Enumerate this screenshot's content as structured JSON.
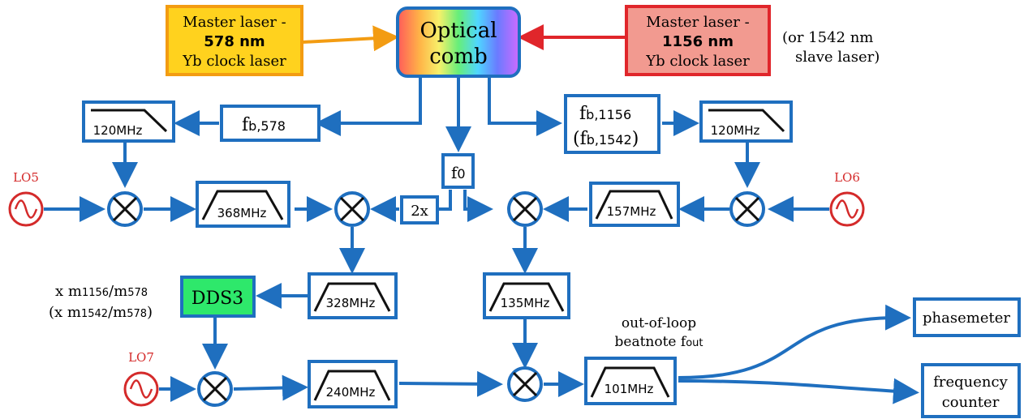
{
  "laser_578": {
    "line1": "Master laser -",
    "line2": "578 nm",
    "line3": "Yb clock laser"
  },
  "laser_1156": {
    "line1": "Master laser -",
    "line2": "1156 nm",
    "line3": "Yb clock laser"
  },
  "laser_1156_note": {
    "line1": "(or 1542 nm",
    "line2": "slave laser)"
  },
  "comb": {
    "line1": "Optical",
    "line2": "comb"
  },
  "fb578": {
    "main": "f",
    "sub": "b,578"
  },
  "fb1156": {
    "main": "f",
    "sub": "b,1156"
  },
  "fb1542": {
    "open": "(f",
    "sub": "b,1542",
    "close": ")"
  },
  "f0": {
    "main": "f",
    "sub": "0"
  },
  "doubler": "2x",
  "filters": {
    "lp_left": "120MHz",
    "lp_right": "120MHz",
    "bp368": "368MHz",
    "bp157": "157MHz",
    "bp328": "328MHz",
    "bp135": "135MHz",
    "bp240": "240MHz",
    "bp101": "101MHz"
  },
  "lo": {
    "lo5": "LO5",
    "lo6": "LO6",
    "lo7": "LO7"
  },
  "dds3": "DDS3",
  "dds_ratio": {
    "x1": "x  m",
    "s1": "1156",
    "slash1": "/m",
    "t1": "578",
    "x2": "(x  m",
    "s2": "1542",
    "slash2": "/m",
    "t2": "578",
    "close2": ")"
  },
  "beatnote": {
    "line1": "out-of-loop",
    "line2": "beatnote f",
    "sub": "out"
  },
  "outputs": {
    "phasemeter": "phasemeter",
    "counter_line1": "frequency",
    "counter_line2": "counter"
  },
  "colors": {
    "arrow": "#1f6fbf",
    "box_border": "#1f6fbf",
    "laser578_fill": "#ffd21e",
    "laser578_border": "#f39c12",
    "laser1156_fill": "#f29a90",
    "laser1156_border": "#e0262b",
    "dds_fill": "#2ee86b",
    "lo_red": "#d42a2a"
  }
}
